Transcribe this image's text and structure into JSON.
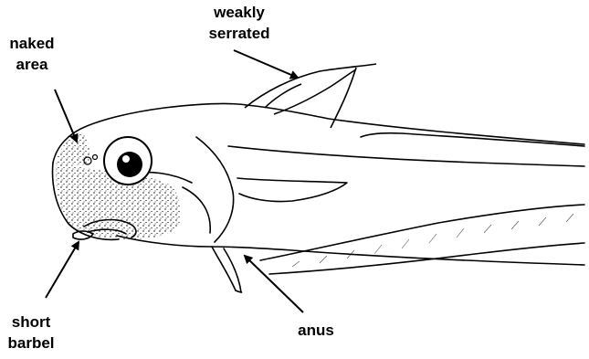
{
  "labels": {
    "naked_area": "naked\narea",
    "weakly_serrated": "weakly\nserrated",
    "short_barbel": "short\nbarbel",
    "anus": "anus"
  },
  "colors": {
    "ink": "#000000",
    "background": "#ffffff"
  }
}
